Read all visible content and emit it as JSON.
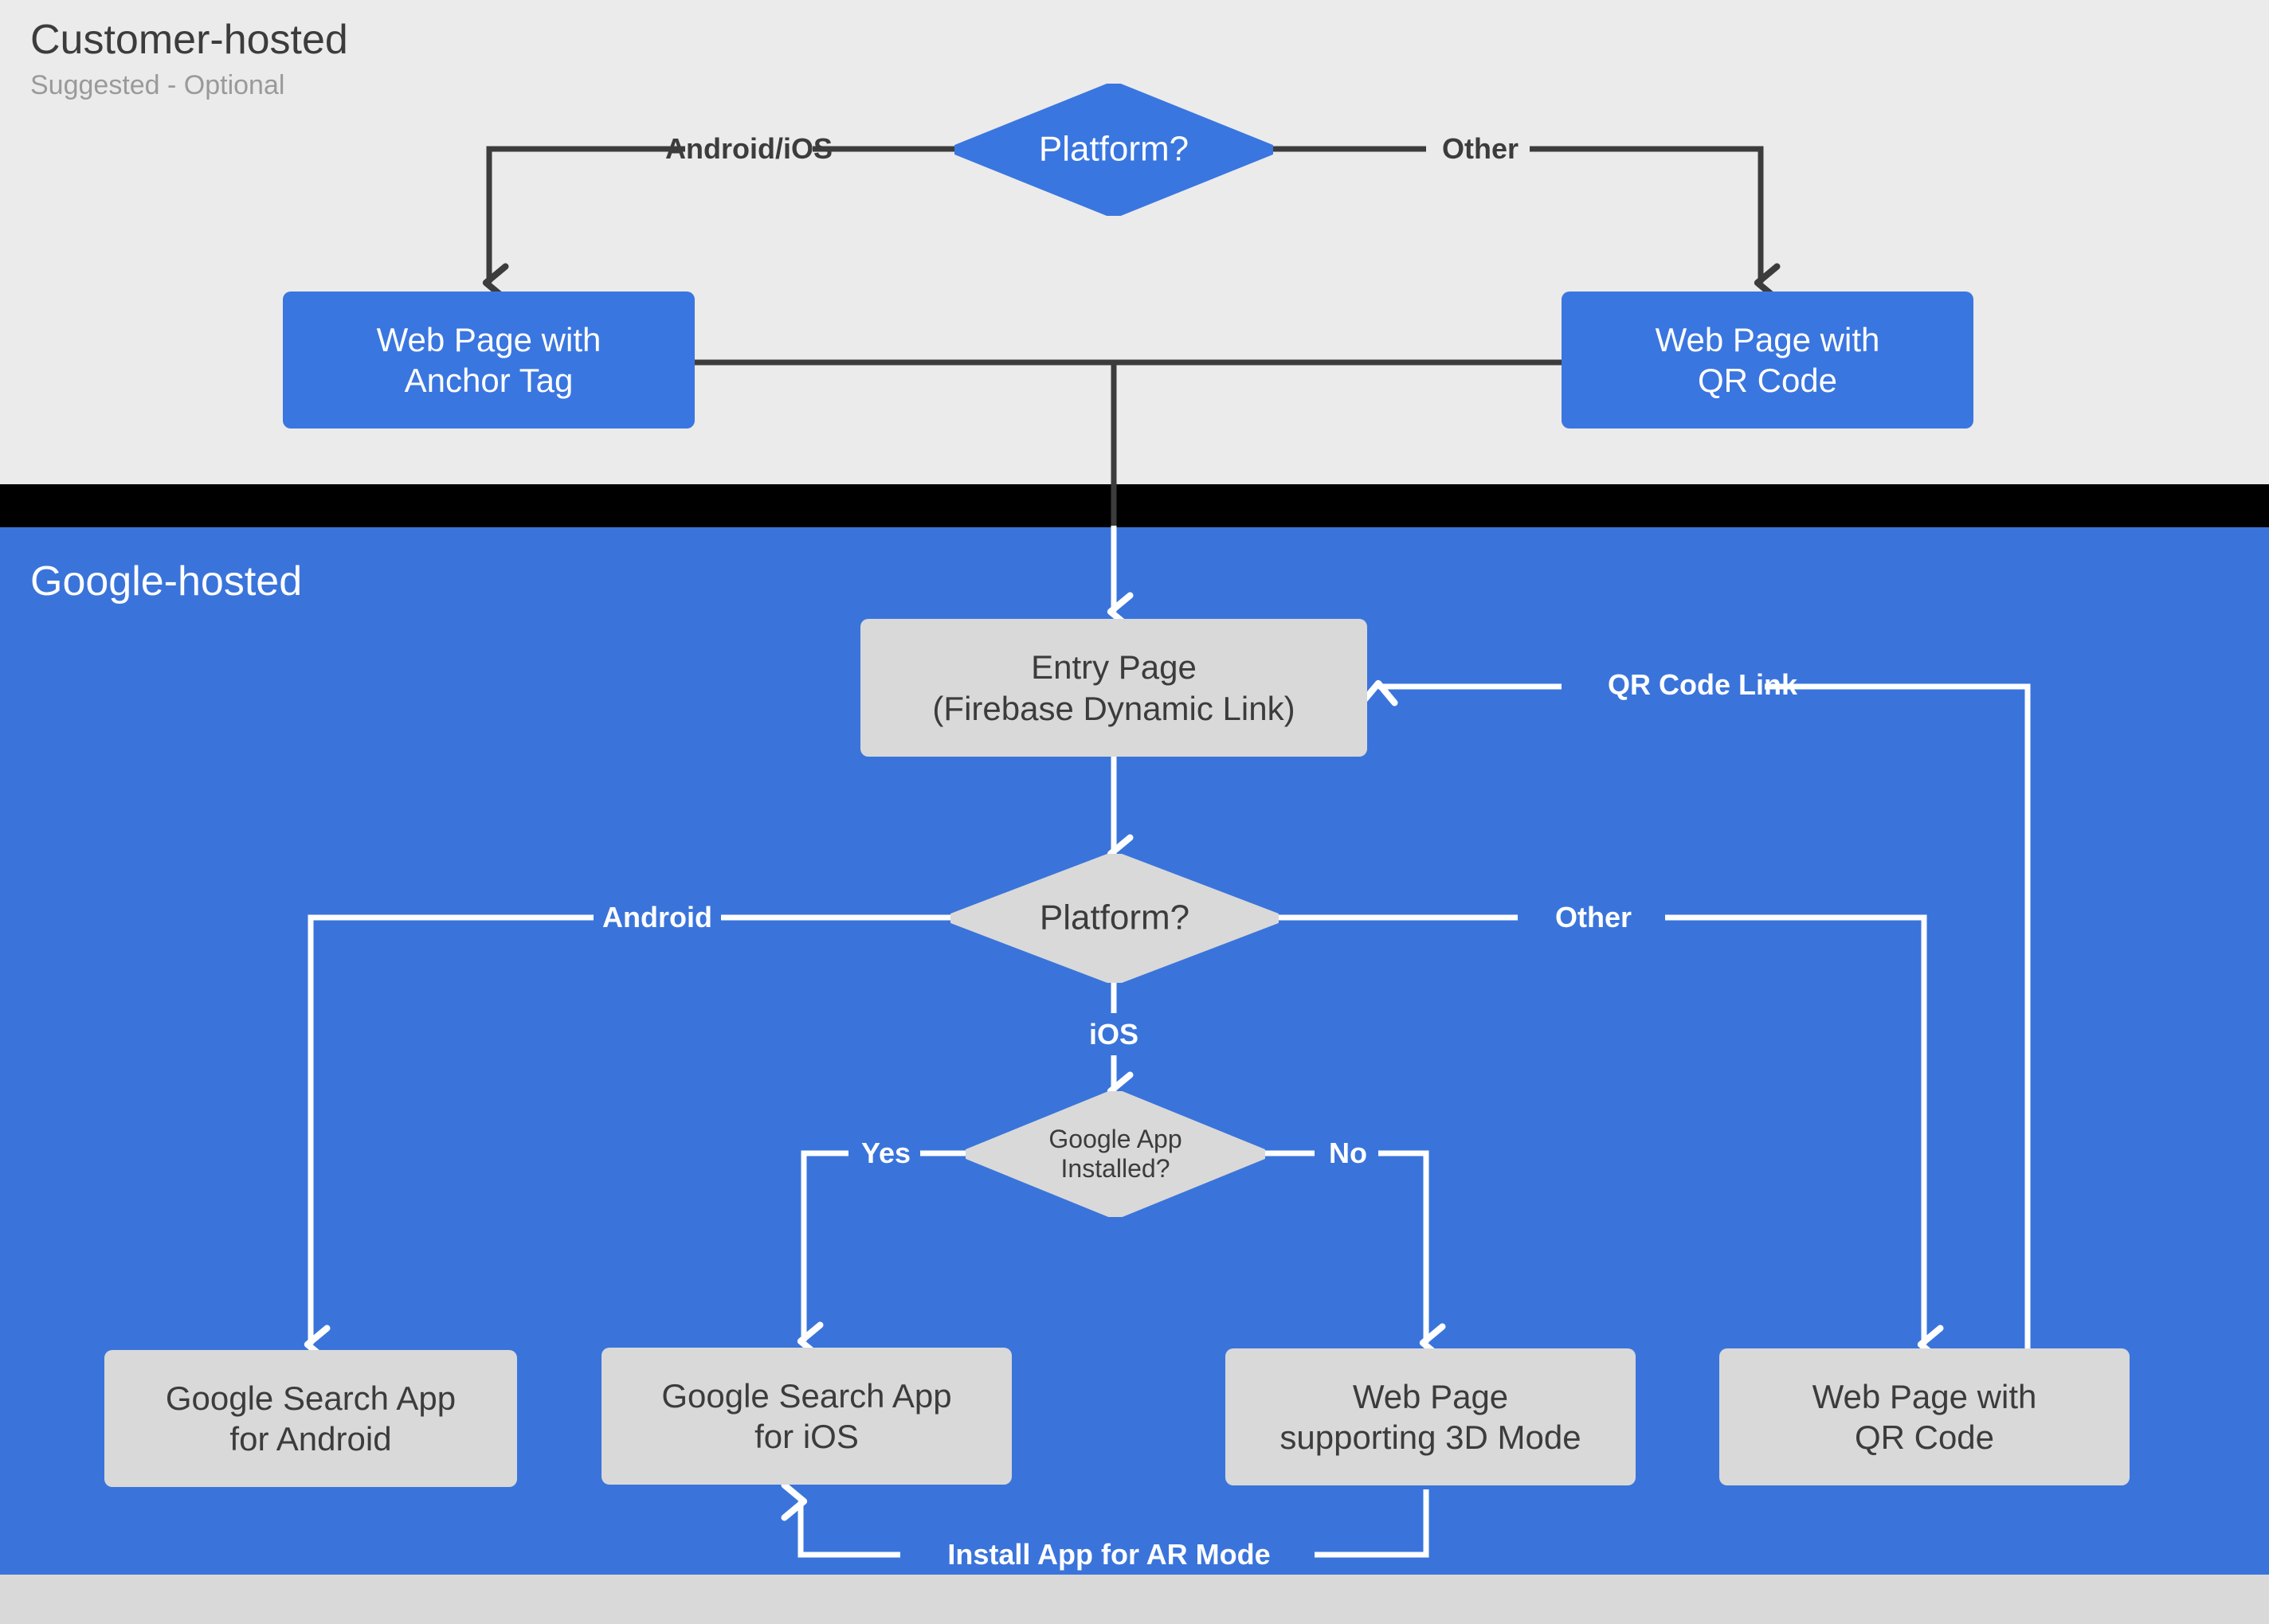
{
  "sections": {
    "customer": {
      "title": "Customer-hosted",
      "subtitle": "Suggested - Optional"
    },
    "google": {
      "title": "Google-hosted"
    }
  },
  "colors": {
    "customer_band": "#ebebeb",
    "divider_band": "#000000",
    "google_band": "#3a74db",
    "blue_node": "#3a76e0",
    "grey_node": "#d9d9d9",
    "dark_line": "#3c3c3c",
    "light_line": "#ffffff"
  },
  "nodes": {
    "platform_top": {
      "label": "Platform?",
      "shape": "diamond",
      "style": "blue"
    },
    "web_anchor": {
      "line1": "Web Page with",
      "line2": "Anchor Tag",
      "shape": "box",
      "style": "blue"
    },
    "web_qr_top": {
      "line1": "Web Page with",
      "line2": "QR Code",
      "shape": "box",
      "style": "blue"
    },
    "entry_page": {
      "line1": "Entry Page",
      "line2": "(Firebase Dynamic Link)",
      "shape": "box",
      "style": "grey"
    },
    "platform_bottom": {
      "label": "Platform?",
      "shape": "diamond",
      "style": "grey"
    },
    "google_app_installed": {
      "line1": "Google App",
      "line2": "Installed?",
      "shape": "diamond",
      "style": "grey"
    },
    "gsa_android": {
      "line1": "Google Search App",
      "line2": "for Android",
      "shape": "box",
      "style": "grey"
    },
    "gsa_ios": {
      "line1": "Google Search App",
      "line2": "for iOS",
      "shape": "box",
      "style": "grey"
    },
    "web_3d": {
      "line1": "Web Page",
      "line2": "supporting 3D Mode",
      "shape": "box",
      "style": "grey"
    },
    "web_qr_bottom": {
      "line1": "Web Page with",
      "line2": "QR Code",
      "shape": "box",
      "style": "grey"
    }
  },
  "edge_labels": {
    "android_ios": "Android/iOS",
    "other_top": "Other",
    "qr_code_link": "QR Code Link",
    "android": "Android",
    "other_bottom": "Other",
    "ios": "iOS",
    "yes": "Yes",
    "no": "No",
    "install_ar": "Install App for AR Mode"
  },
  "chart_data": {
    "type": "table",
    "title": "AR Quick Look / Scene Viewer entry-point flow",
    "flow": [
      {
        "from": "platform_top",
        "to": "web_anchor",
        "label": "Android/iOS"
      },
      {
        "from": "platform_top",
        "to": "web_qr_top",
        "label": "Other"
      },
      {
        "from": "web_anchor",
        "to": "entry_page",
        "label": ""
      },
      {
        "from": "web_qr_top",
        "to": "entry_page",
        "label": ""
      },
      {
        "from": "web_qr_bottom",
        "to": "entry_page",
        "label": "QR Code Link"
      },
      {
        "from": "entry_page",
        "to": "platform_bottom",
        "label": ""
      },
      {
        "from": "platform_bottom",
        "to": "gsa_android",
        "label": "Android"
      },
      {
        "from": "platform_bottom",
        "to": "web_qr_bottom",
        "label": "Other"
      },
      {
        "from": "platform_bottom",
        "to": "google_app_installed",
        "label": "iOS"
      },
      {
        "from": "google_app_installed",
        "to": "gsa_ios",
        "label": "Yes"
      },
      {
        "from": "google_app_installed",
        "to": "web_3d",
        "label": "No"
      },
      {
        "from": "web_3d",
        "to": "gsa_ios",
        "label": "Install App for AR Mode"
      }
    ]
  }
}
